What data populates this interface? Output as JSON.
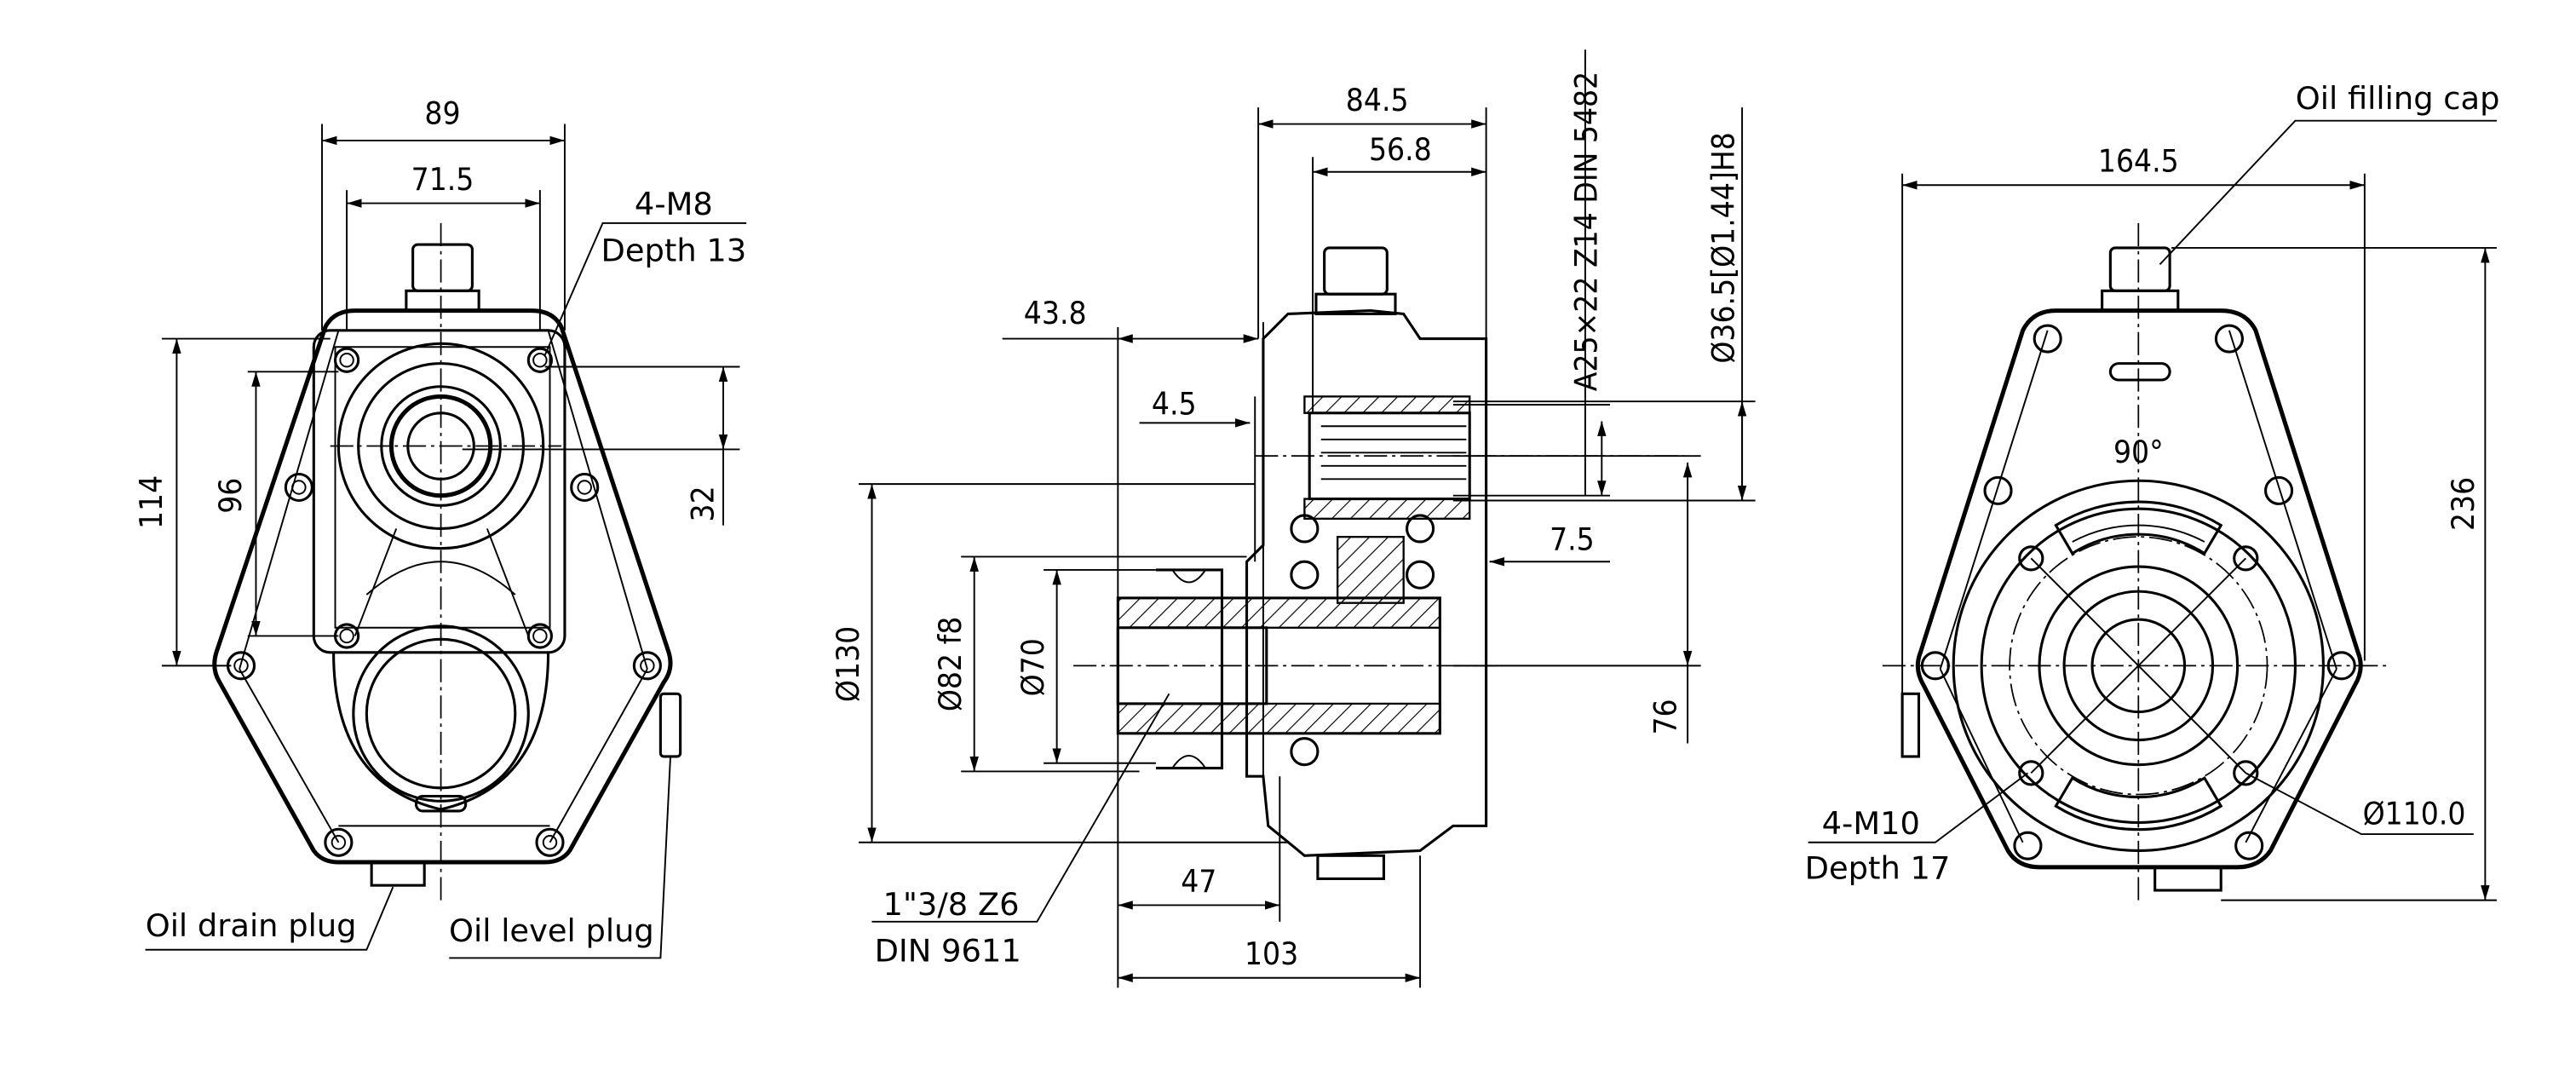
{
  "front_view": {
    "dim_width_outer": "89",
    "dim_width_inner": "71.5",
    "thread_note_line1": "4-M8",
    "thread_note_line2": "Depth 13",
    "dim_height_outer": "114",
    "dim_height_inner": "96",
    "dim_offset": "32",
    "oil_drain_plug": "Oil drain plug",
    "oil_level_plug": "Oil level plug"
  },
  "section_view": {
    "dim_84_5": "84.5",
    "dim_56_8": "56.8",
    "dim_43_8": "43.8",
    "dim_4_5": "4.5",
    "spline_spec": "A25×22 Z14 DIN 5482",
    "bore_spec": "Ø36.5[Ø1.44]H8",
    "dim_7_5": "7.5",
    "dia_130": "Ø130",
    "dia_82": "Ø82  f8",
    "dia_70": "Ø70",
    "dim_76": "76",
    "dim_47": "47",
    "dim_103": "103",
    "shaft_spec_line1": "1\"3/8 Z6",
    "shaft_spec_line2": "DIN 9611"
  },
  "rear_view": {
    "oil_filling_cap": "Oil filling cap",
    "dim_width": "164.5",
    "angle": "90°",
    "dim_height": "236",
    "thread_note_line1": "4-M10",
    "thread_note_line2": "Depth 17",
    "bolt_circle": "Ø110.0"
  }
}
